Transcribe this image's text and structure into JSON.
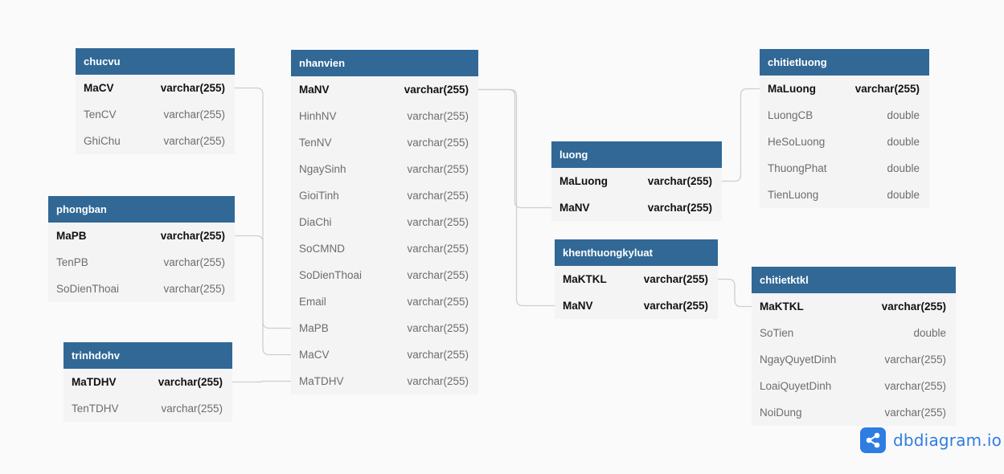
{
  "tables": {
    "chucvu": {
      "name": "chucvu",
      "fields": [
        {
          "name": "MaCV",
          "type": "varchar(255)",
          "pk": true
        },
        {
          "name": "TenCV",
          "type": "varchar(255)",
          "pk": false
        },
        {
          "name": "GhiChu",
          "type": "varchar(255)",
          "pk": false
        }
      ]
    },
    "phongban": {
      "name": "phongban",
      "fields": [
        {
          "name": "MaPB",
          "type": "varchar(255)",
          "pk": true
        },
        {
          "name": "TenPB",
          "type": "varchar(255)",
          "pk": false
        },
        {
          "name": "SoDienThoai",
          "type": "varchar(255)",
          "pk": false
        }
      ]
    },
    "trinhdohv": {
      "name": "trinhdohv",
      "fields": [
        {
          "name": "MaTDHV",
          "type": "varchar(255)",
          "pk": true
        },
        {
          "name": "TenTDHV",
          "type": "varchar(255)",
          "pk": false
        }
      ]
    },
    "nhanvien": {
      "name": "nhanvien",
      "fields": [
        {
          "name": "MaNV",
          "type": "varchar(255)",
          "pk": true
        },
        {
          "name": "HinhNV",
          "type": "varchar(255)",
          "pk": false
        },
        {
          "name": "TenNV",
          "type": "varchar(255)",
          "pk": false
        },
        {
          "name": "NgaySinh",
          "type": "varchar(255)",
          "pk": false
        },
        {
          "name": "GioiTinh",
          "type": "varchar(255)",
          "pk": false
        },
        {
          "name": "DiaChi",
          "type": "varchar(255)",
          "pk": false
        },
        {
          "name": "SoCMND",
          "type": "varchar(255)",
          "pk": false
        },
        {
          "name": "SoDienThoai",
          "type": "varchar(255)",
          "pk": false
        },
        {
          "name": "Email",
          "type": "varchar(255)",
          "pk": false
        },
        {
          "name": "MaPB",
          "type": "varchar(255)",
          "pk": false
        },
        {
          "name": "MaCV",
          "type": "varchar(255)",
          "pk": false
        },
        {
          "name": "MaTDHV",
          "type": "varchar(255)",
          "pk": false
        }
      ]
    },
    "luong": {
      "name": "luong",
      "fields": [
        {
          "name": "MaLuong",
          "type": "varchar(255)",
          "pk": true
        },
        {
          "name": "MaNV",
          "type": "varchar(255)",
          "pk": true
        }
      ]
    },
    "khenthuongkyluat": {
      "name": "khenthuongkyluat",
      "fields": [
        {
          "name": "MaKTKL",
          "type": "varchar(255)",
          "pk": true
        },
        {
          "name": "MaNV",
          "type": "varchar(255)",
          "pk": true
        }
      ]
    },
    "chitietluong": {
      "name": "chitietluong",
      "fields": [
        {
          "name": "MaLuong",
          "type": "varchar(255)",
          "pk": true
        },
        {
          "name": "LuongCB",
          "type": "double",
          "pk": false
        },
        {
          "name": "HeSoLuong",
          "type": "double",
          "pk": false
        },
        {
          "name": "ThuongPhat",
          "type": "double",
          "pk": false
        },
        {
          "name": "TienLuong",
          "type": "double",
          "pk": false
        }
      ]
    },
    "chitietktkl": {
      "name": "chitietktkl",
      "fields": [
        {
          "name": "MaKTKL",
          "type": "varchar(255)",
          "pk": true
        },
        {
          "name": "SoTien",
          "type": "double",
          "pk": false
        },
        {
          "name": "NgayQuyetDinh",
          "type": "varchar(255)",
          "pk": false
        },
        {
          "name": "LoaiQuyetDinh",
          "type": "varchar(255)",
          "pk": false
        },
        {
          "name": "NoiDung",
          "type": "varchar(255)",
          "pk": false
        }
      ]
    }
  },
  "relationships": [
    {
      "from": "chucvu.MaCV",
      "to": "nhanvien.MaCV"
    },
    {
      "from": "phongban.MaPB",
      "to": "nhanvien.MaPB"
    },
    {
      "from": "trinhdohv.MaTDHV",
      "to": "nhanvien.MaTDHV"
    },
    {
      "from": "nhanvien.MaNV",
      "to": "luong.MaNV"
    },
    {
      "from": "nhanvien.MaNV",
      "to": "khenthuongkyluat.MaNV"
    },
    {
      "from": "luong.MaLuong",
      "to": "chitietluong.MaLuong"
    },
    {
      "from": "khenthuongkyluat.MaKTKL",
      "to": "chitietktkl.MaKTKL"
    }
  ],
  "colors": {
    "header_bg": "#316896",
    "header_text": "#ffffff",
    "table_bg": "#f4f4f4",
    "link_line": "#cfcfcf",
    "brand": "#2f7de1"
  },
  "brand": {
    "text": "dbdiagram.io",
    "icon": "share-network-icon"
  }
}
